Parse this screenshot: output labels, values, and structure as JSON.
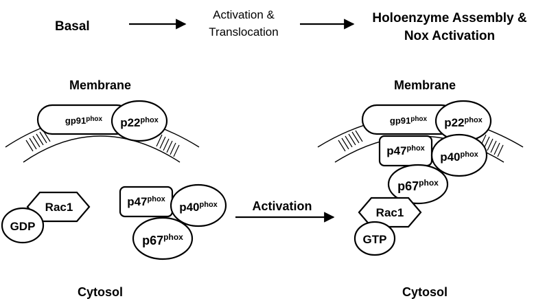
{
  "stages": {
    "basal": "Basal",
    "activation_line1": "Activation &",
    "activation_line2": "Translocation",
    "assembly_line1": "Holoenzyme Assembly &",
    "assembly_line2": "Nox Activation"
  },
  "regions": {
    "membrane_left": "Membrane",
    "membrane_right": "Membrane",
    "cytosol_left": "Cytosol",
    "cytosol_right": "Cytosol"
  },
  "activation_arrow_label": "Activation",
  "proteins": {
    "gp91": {
      "base": "gp91",
      "sup": "phox"
    },
    "p22": {
      "base": "p22",
      "sup": "phox"
    },
    "p47": {
      "base": "p47",
      "sup": "phox"
    },
    "p40": {
      "base": "p40",
      "sup": "phox"
    },
    "p67": {
      "base": "p67",
      "sup": "phox"
    },
    "rac1": "Rac1",
    "gdp": "GDP",
    "gtp": "GTP"
  }
}
